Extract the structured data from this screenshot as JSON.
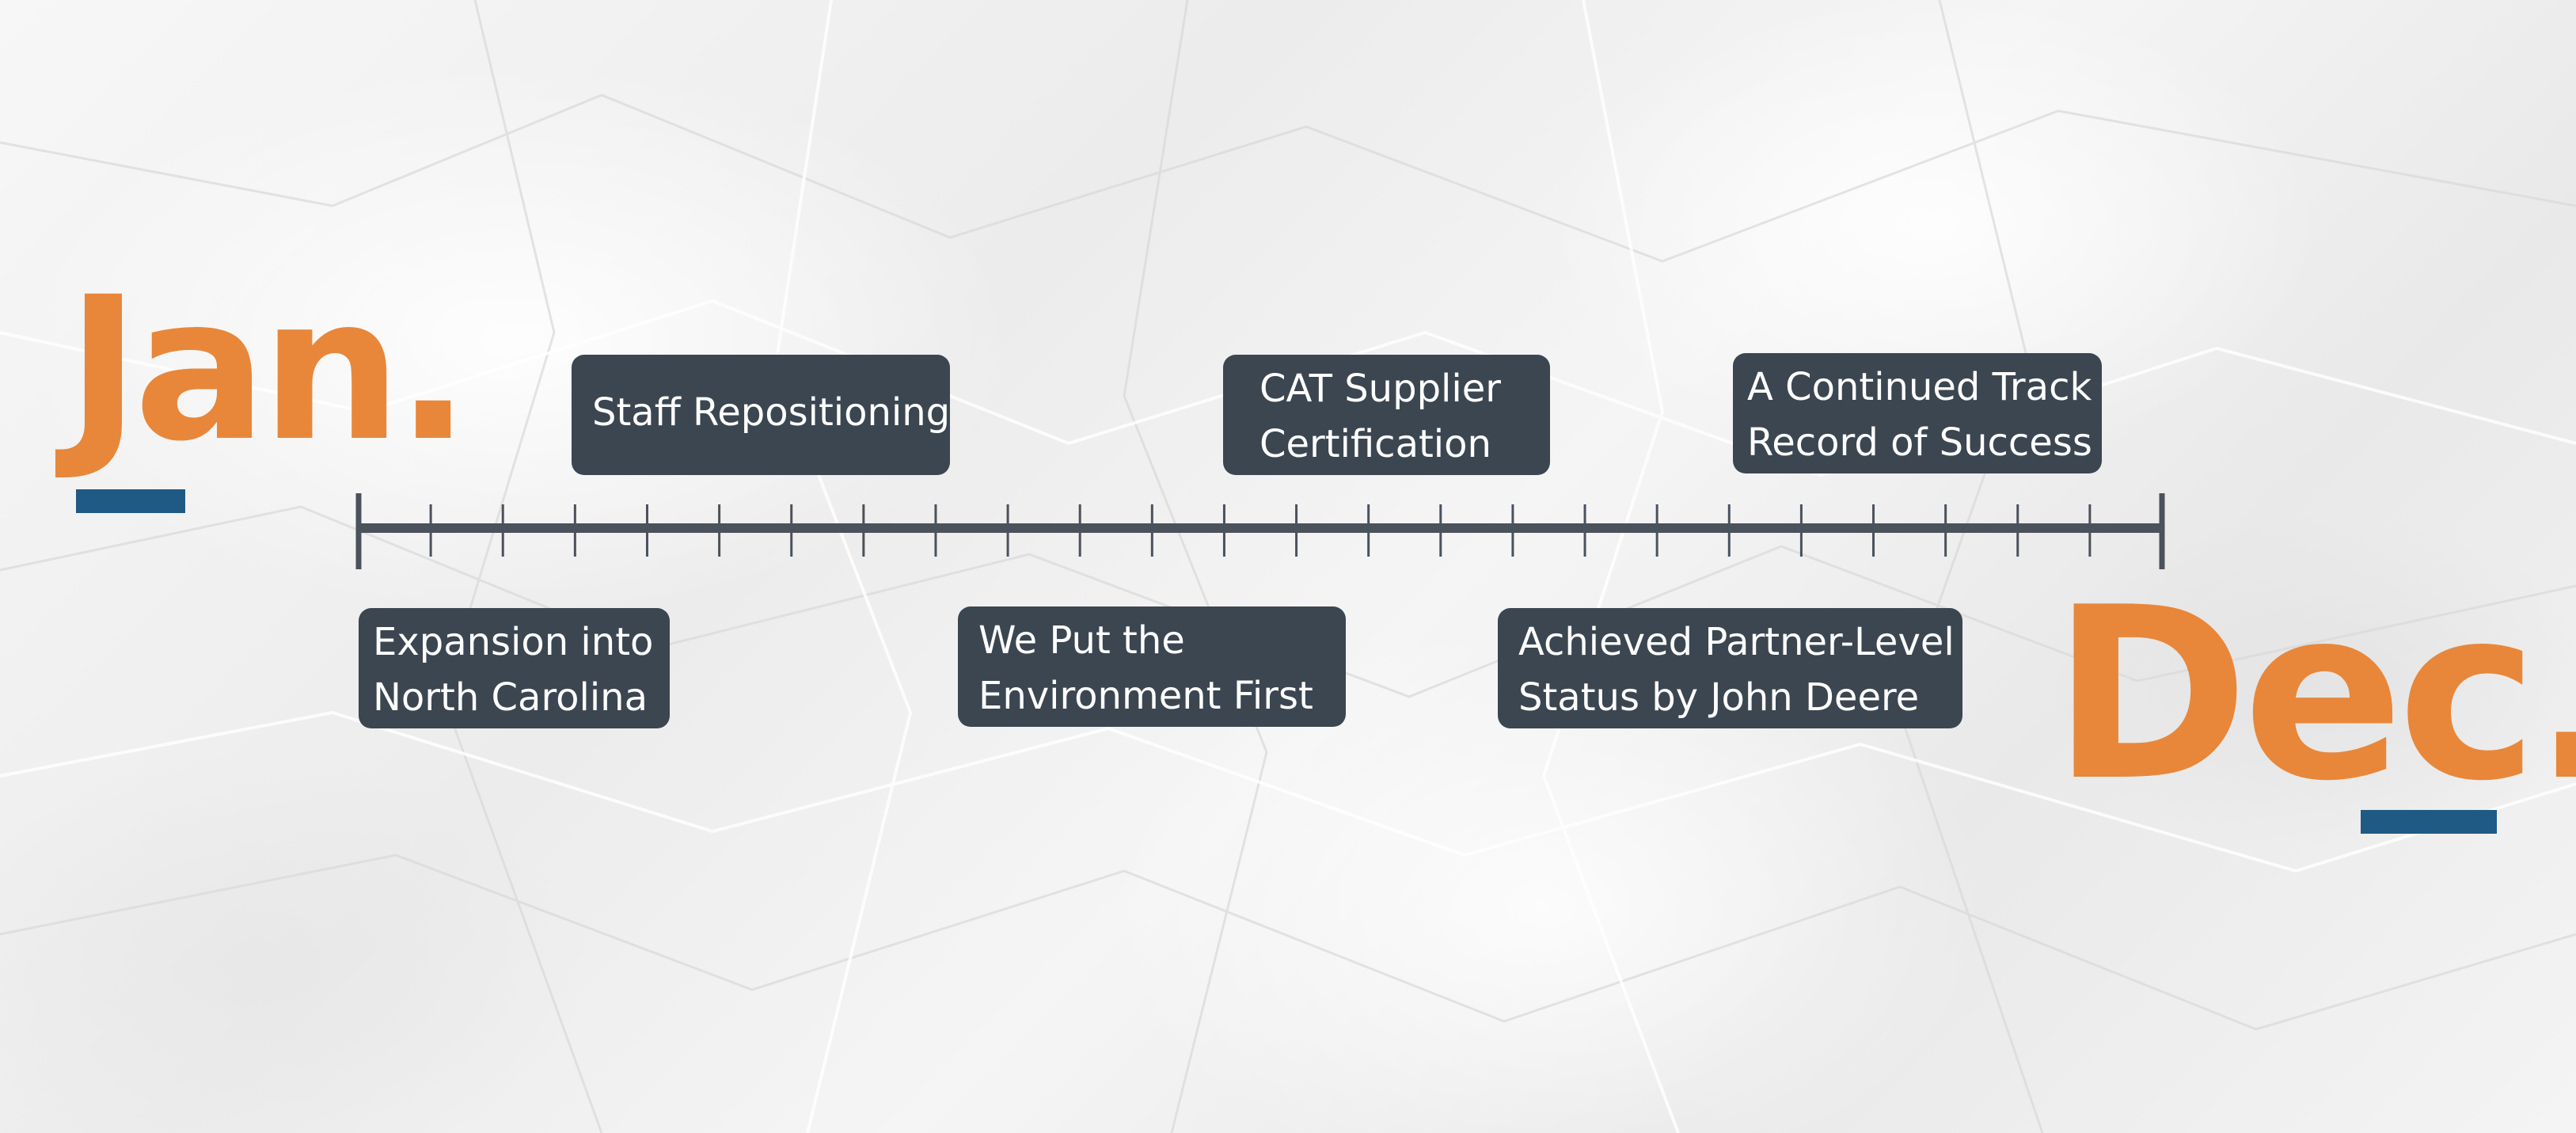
{
  "start_label": "Jan.",
  "end_label": "Dec.",
  "colors": {
    "accent": "#e8873a",
    "underline": "#1f5a85",
    "card": "#3c4651",
    "axis": "#4a525c",
    "card_text": "#ffffff"
  },
  "tick_count": 26,
  "events": {
    "staff": {
      "lines": [
        "Staff Repositioning"
      ]
    },
    "cat": {
      "lines": [
        "CAT Supplier",
        "Certification"
      ]
    },
    "track": {
      "lines": [
        "A Continued Track",
        "Record of Success"
      ]
    },
    "expansion": {
      "lines": [
        "Expansion into",
        "North Carolina"
      ]
    },
    "environment": {
      "lines": [
        "We Put the",
        "Environment First"
      ]
    },
    "partner": {
      "lines": [
        "Achieved Partner-Level",
        "Status by John Deere"
      ]
    }
  }
}
